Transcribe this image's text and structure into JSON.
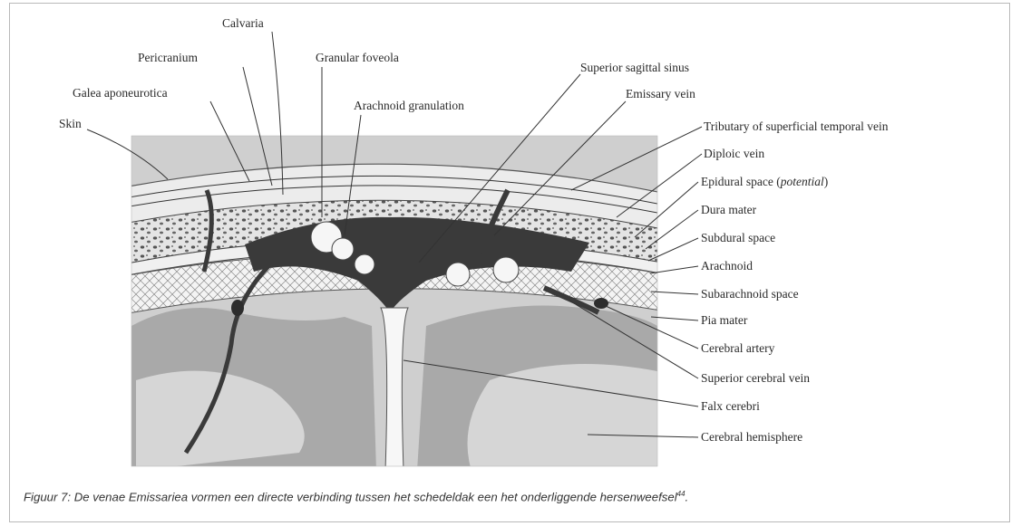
{
  "figure": {
    "labels": {
      "calvaria": "Calvaria",
      "pericranium": "Pericranium",
      "granular_foveola": "Granular foveola",
      "galea_aponeurotica": "Galea aponeurotica",
      "skin": "Skin",
      "arachnoid_granulation": "Arachnoid granulation",
      "superior_sagittal_sinus": "Superior sagittal sinus",
      "emissary_vein": "Emissary vein",
      "tributary_superficial_temporal_vein": "Tributary of superficial temporal vein",
      "diploic_vein": "Diploic vein",
      "epidural_space": "Epidural space (",
      "epidural_space_italic": "potential",
      "epidural_space_end": ")",
      "dura_mater": "Dura mater",
      "subdural_space": "Subdural space",
      "arachnoid": "Arachnoid",
      "subarachnoid_space": "Subarachnoid space",
      "pia_mater": "Pia mater",
      "cerebral_artery": "Cerebral artery",
      "superior_cerebral_vein": "Superior cerebral vein",
      "falx_cerebri": "Falx cerebri",
      "cerebral_hemisphere": "Cerebral hemisphere"
    },
    "colors": {
      "sinus": "#3a3a3a",
      "bone": "#e6e6e6",
      "gray_matter": "#a9a9a9",
      "white_matter": "#d2d2d2",
      "scalp": "#cfcfcf"
    }
  },
  "caption": {
    "text": "Figuur 7: De venae Emissariea vormen een directe verbinding tussen het schedeldak een het onderliggende hersenweefsel",
    "superscript": "44",
    "end": "."
  }
}
